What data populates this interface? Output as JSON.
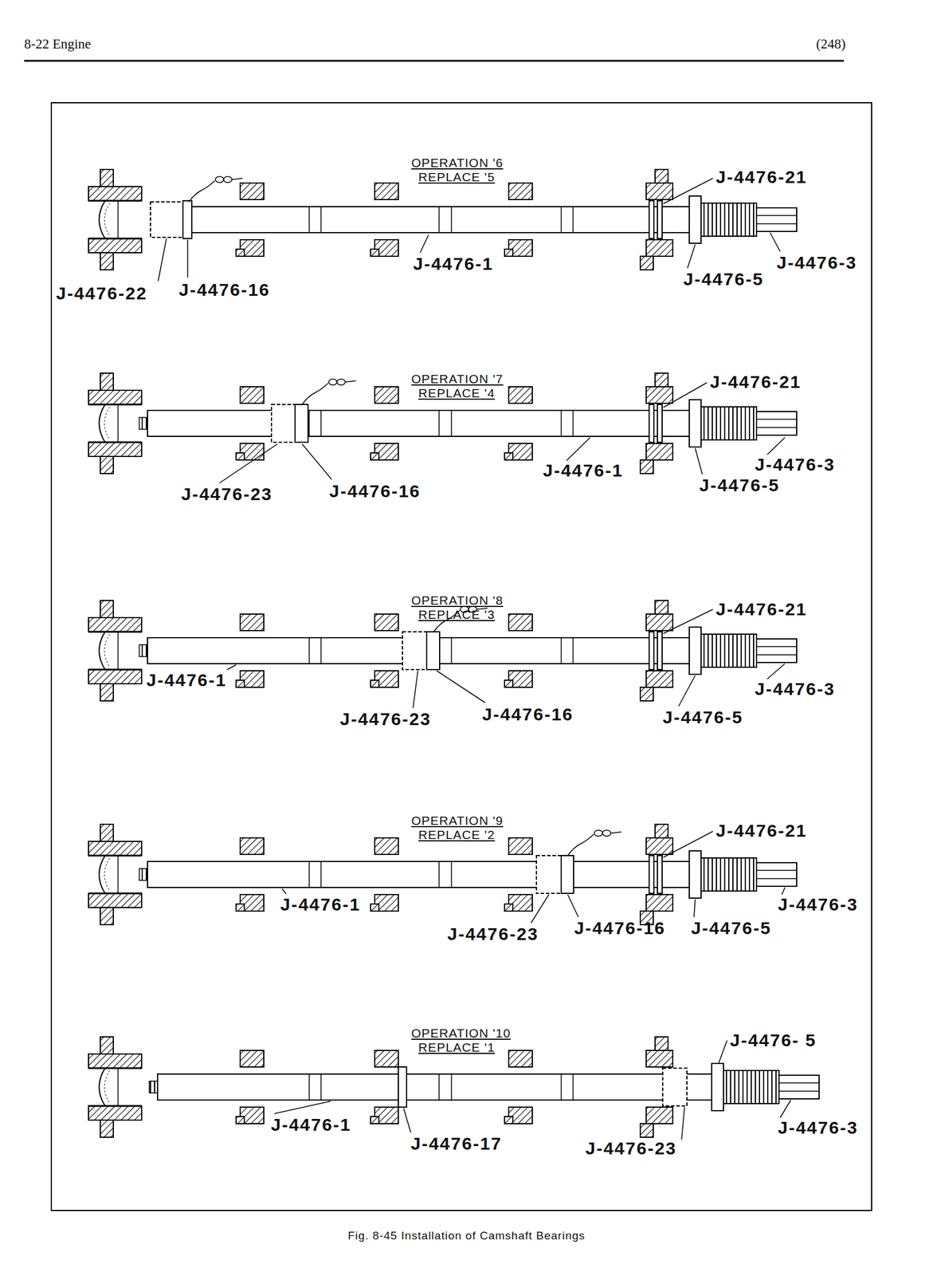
{
  "diagram": {
    "caption": "Fig. 8-45 Installation of Camshaft Bearings",
    "labels": [
      "8-22 Engine",
      "(248)",
      "OPERATION '6",
      "REPLACE '5",
      "J-4476-21",
      "J-4476-1",
      "J-4476-3",
      "J-4476-5",
      "J-4476-22",
      "J-4476-16",
      "OPERATION '7",
      "REPLACE '4",
      "J-4476-21",
      "J-4476-3",
      "J-4476-1",
      "J-4476-5",
      "J-4476-23",
      "J-4476-16",
      "OPERATION '8",
      "REPLACE '3",
      "J-4476-21",
      "J-4476-1",
      "J-4476-3",
      "J-4476-16",
      "J-4476-23",
      "J-4476-5",
      "OPERATION '9",
      "REPLACE '2",
      "J-4476-21",
      "J-4476-1",
      "J-4476-3",
      "J-4476-23",
      "J-4476-16",
      "J-4476-5",
      "OPERATION '10",
      "REPLACE '1",
      "J-4476- 5",
      "J-4476-1",
      "J-4476-17",
      "J-4476-23",
      "J-4476-3"
    ]
  }
}
